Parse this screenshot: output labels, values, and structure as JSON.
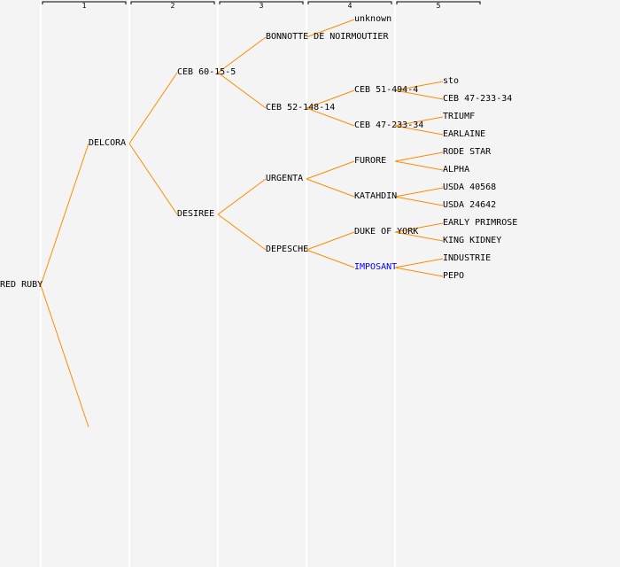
{
  "generations": [
    "1",
    "2",
    "3",
    "4",
    "5"
  ],
  "colors": {
    "line": "#ff8c00",
    "highlight": "#0000ff",
    "text": "#000000"
  },
  "root": {
    "name": "RED RUBY",
    "parents": [
      {
        "name": "DELCORA",
        "parents": [
          {
            "name": "CEB 60-15-5",
            "parents": [
              {
                "name": "BONNOTTE DE NOIRMOUTIER",
                "parents": [
                  {
                    "name": "unknown"
                  }
                ]
              },
              {
                "name": "CEB 52-148-14",
                "parents": [
                  {
                    "name": "CEB 51-494-4",
                    "parents": [
                      {
                        "name": "sto"
                      },
                      {
                        "name": "CEB 47-233-34"
                      }
                    ]
                  },
                  {
                    "name": "CEB 47-233-34",
                    "parents": [
                      {
                        "name": "TRIUMF"
                      },
                      {
                        "name": "EARLAINE"
                      }
                    ]
                  }
                ]
              }
            ]
          },
          {
            "name": "DESIREE",
            "parents": [
              {
                "name": "URGENTA",
                "parents": [
                  {
                    "name": "FURORE",
                    "parents": [
                      {
                        "name": "RODE STAR"
                      },
                      {
                        "name": "ALPHA"
                      }
                    ]
                  },
                  {
                    "name": "KATAHDIN",
                    "parents": [
                      {
                        "name": "USDA 40568"
                      },
                      {
                        "name": "USDA 24642"
                      }
                    ]
                  }
                ]
              },
              {
                "name": "DEPESCHE",
                "parents": [
                  {
                    "name": "DUKE OF YORK",
                    "parents": [
                      {
                        "name": "EARLY PRIMROSE"
                      },
                      {
                        "name": "KING KIDNEY"
                      }
                    ]
                  },
                  {
                    "name": "IMPOSANT",
                    "highlight": true,
                    "parents": [
                      {
                        "name": "INDUSTRIE"
                      },
                      {
                        "name": "PEPO"
                      }
                    ]
                  }
                ]
              }
            ]
          }
        ]
      },
      {
        "name": ""
      }
    ]
  }
}
